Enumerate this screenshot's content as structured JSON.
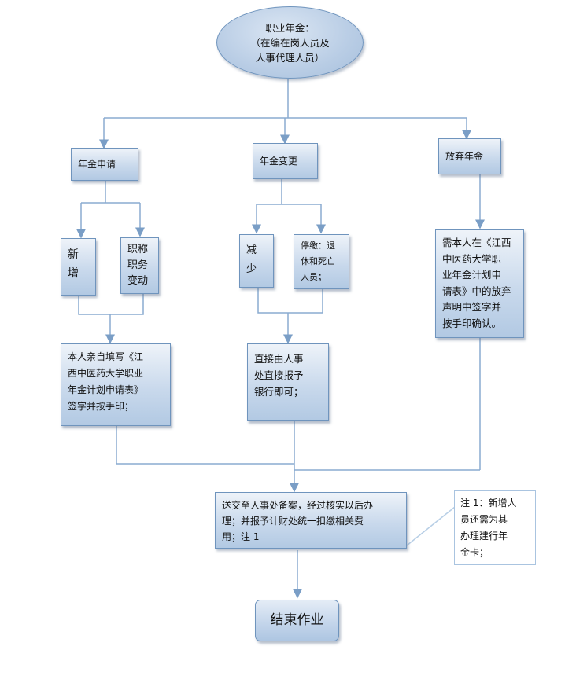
{
  "nodes": {
    "start": "职业年金：\n（在编在岗人员及\n人事代理人员）",
    "apply": "年金申请",
    "change": "年金变更",
    "waive": "放弃年金",
    "new_hire": "新\n增",
    "title_change": "职称\n职务\n变动",
    "decrease": "减\n少",
    "suspend": "停缴：退\n休和死亡\n人员；",
    "apply_action": "本人亲自填写《江\n西中医药大学职业\n年金计划申请表》\n签字并按手印；",
    "change_action": "直接由人事\n处直接报予\n银行即可；",
    "waive_action": "需本人在《江西\n中医药大学职\n业年金计划申\n请表》中的放弃\n声明中签字并\n按手印确认。",
    "submit": "送交至人事处备案，经过核实以后办\n理；并报予计财处统一扣缴相关费\n用；注 1",
    "end": "结束作业",
    "note": "注 1：新增人\n员还需为其\n办理建行年\n金卡；"
  },
  "colors": {
    "line": "#8aabd0",
    "box_border": "#6f94bd"
  }
}
